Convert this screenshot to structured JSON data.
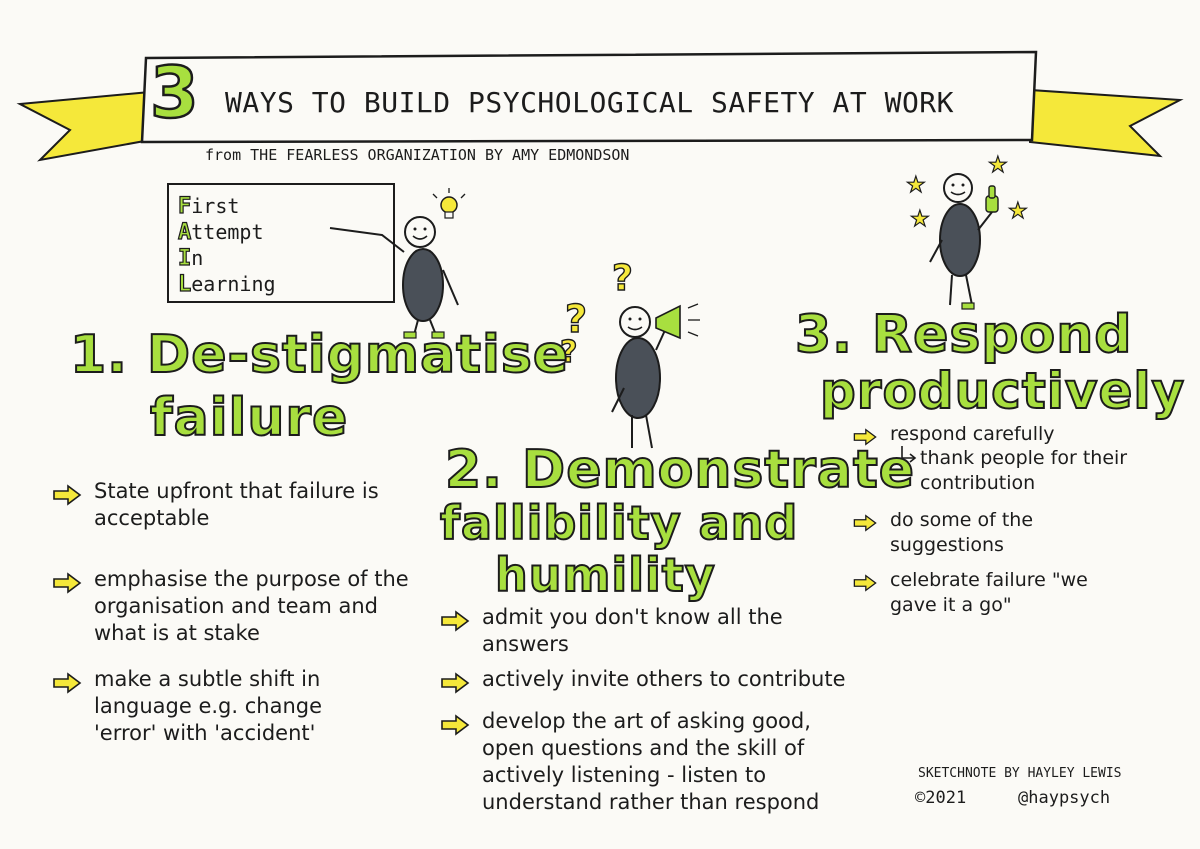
{
  "title": {
    "number": "3",
    "text": "WAYS TO BUILD PSYCHOLOGICAL SAFETY AT WORK",
    "subtitle": "from THE FEARLESS ORGANIZATION BY AMY EDMONDSON"
  },
  "fail_board": {
    "lines": [
      {
        "cap": "F",
        "rest": "irst"
      },
      {
        "cap": "A",
        "rest": "ttempt"
      },
      {
        "cap": "I",
        "rest": "n"
      },
      {
        "cap": "L",
        "rest": "earning"
      }
    ]
  },
  "section1": {
    "heading_line1": "1. De-stigmatise",
    "heading_line2": "failure",
    "bullets": [
      "State upfront that failure is acceptable",
      "emphasise the purpose of the organisation and team and what is at stake",
      "make a subtle shift in language e.g. change 'error' with 'accident'"
    ]
  },
  "section2": {
    "heading_line1": "2. Demonstrate",
    "heading_line2": "fallibility and",
    "heading_line3": "humility",
    "bullets": [
      "admit you don't know all the answers",
      "actively invite others to contribute",
      "develop the art of asking good, open questions and the skill of actively listening - listen to understand rather than respond"
    ]
  },
  "section3": {
    "heading_line1": "3. Respond",
    "heading_line2": "productively",
    "bullets": [
      "respond carefully",
      "do some of the suggestions",
      "celebrate failure \"we gave it a go\""
    ],
    "sub_bullet": "thank people for their contribution"
  },
  "credit": {
    "line1": "SKETCHNOTE BY HAYLEY LEWIS",
    "year": "©2021",
    "handle": "@haypsych"
  },
  "colors": {
    "green": "#a8df3f",
    "yellow": "#f5e83a",
    "ink": "#1c1c1c",
    "figure_gray": "#4a5058",
    "paper": "#fbfaf6"
  },
  "icons": [
    "lightbulb-icon",
    "question-mark-icon",
    "megaphone-icon",
    "star-icon",
    "thumbs-up-icon",
    "arrow-icon"
  ]
}
